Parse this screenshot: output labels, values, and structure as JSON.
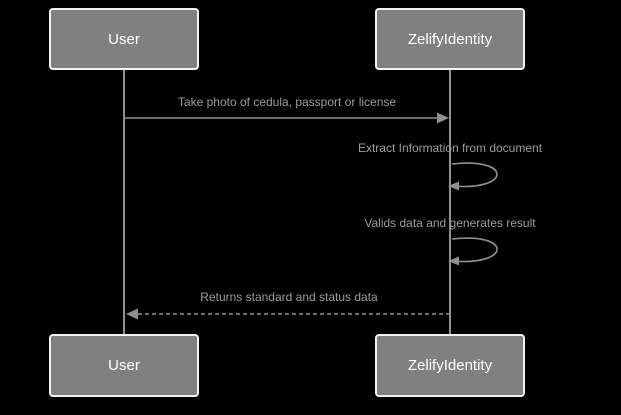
{
  "diagram": {
    "kind": "sequence-diagram",
    "background_color": "#000000",
    "colors": {
      "actor_fill": "#808080",
      "actor_border": "#f2f2f2",
      "actor_text": "#ffffff",
      "line": "#8f8f8f",
      "label_text": "#9c9c9c"
    },
    "actors": [
      {
        "name": "User"
      },
      {
        "name": "ZelifyIdentity"
      }
    ],
    "messages": [
      {
        "from": "User",
        "to": "ZelifyIdentity",
        "style": "solid-arrow",
        "label": "Take photo of cedula, passport or license"
      },
      {
        "from": "ZelifyIdentity",
        "to": "ZelifyIdentity",
        "style": "self-loop",
        "label": "Extract Information from document"
      },
      {
        "from": "ZelifyIdentity",
        "to": "ZelifyIdentity",
        "style": "self-loop",
        "label": "Valids data and generates result"
      },
      {
        "from": "ZelifyIdentity",
        "to": "User",
        "style": "dashed-arrow",
        "label": "Returns standard and status data"
      }
    ]
  }
}
